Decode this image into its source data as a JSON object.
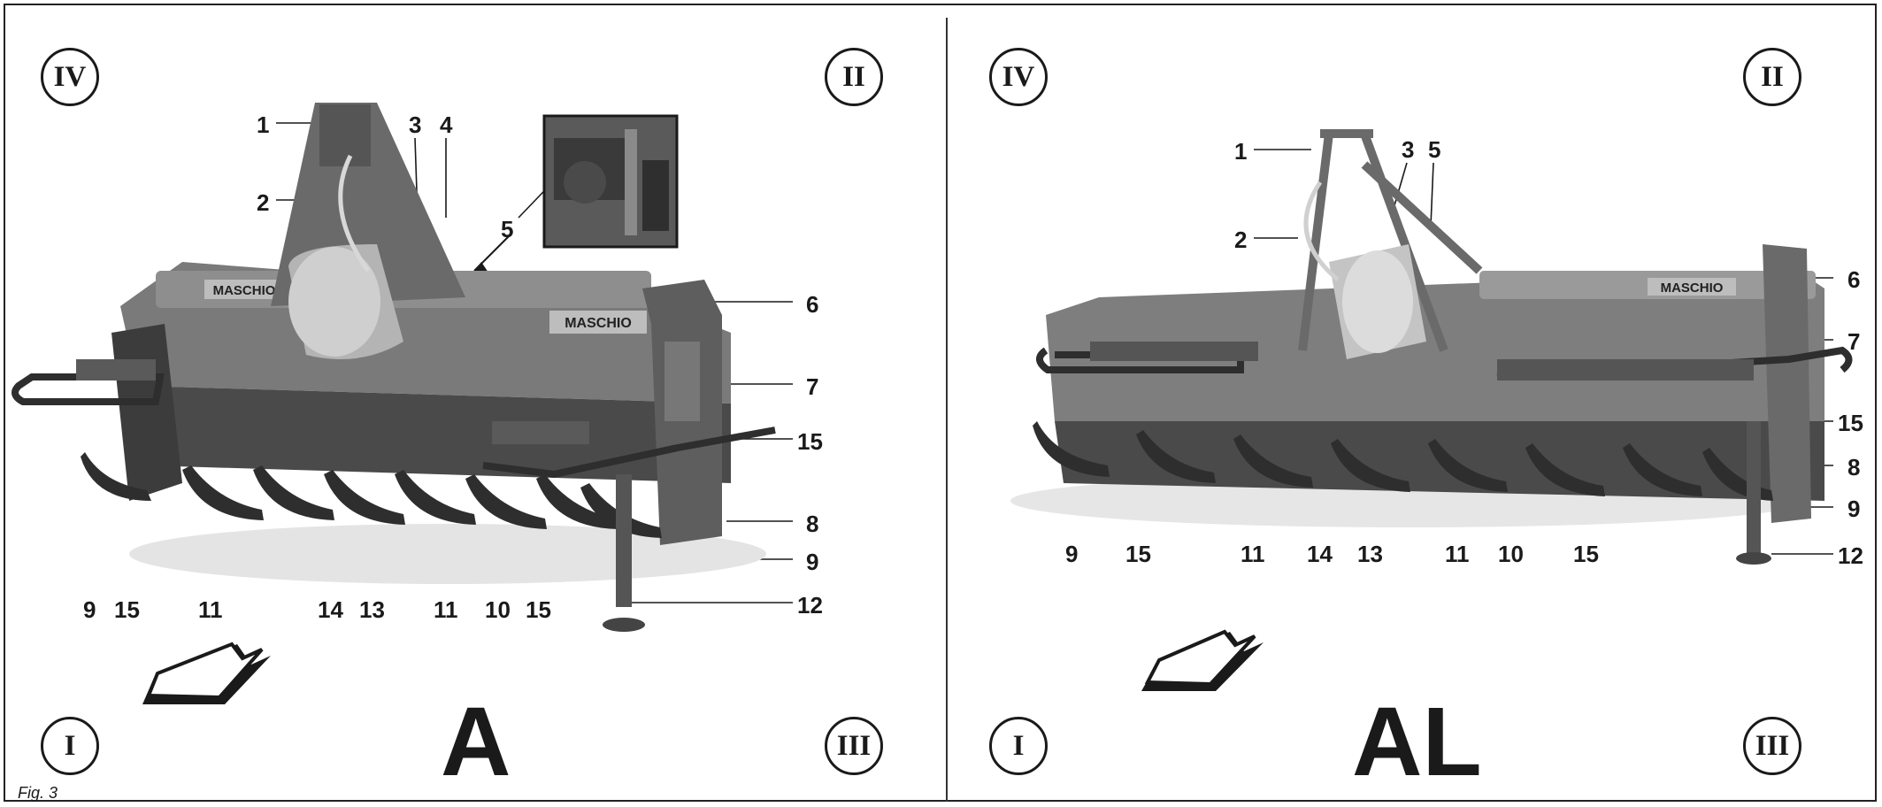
{
  "caption": "Fig. 3",
  "panel_a": {
    "model": "A",
    "quadrants": {
      "top_left": "IV",
      "top_right": "II",
      "bottom_left": "I",
      "bottom_right": "III"
    },
    "callouts": {
      "c1": "1",
      "c2": "2",
      "c3": "3",
      "c4": "4",
      "c5": "5",
      "c6": "6",
      "c7": "7",
      "c8": "8",
      "c9_right": "9",
      "c12": "12",
      "c15_right": "15",
      "b9": "9",
      "b15a": "15",
      "b11a": "11",
      "b14": "14",
      "b13": "13",
      "b11b": "11",
      "b10": "10",
      "b15b": "15"
    }
  },
  "panel_al": {
    "model": "AL",
    "quadrants": {
      "top_left": "IV",
      "top_right": "II",
      "bottom_left": "I",
      "bottom_right": "III"
    },
    "callouts": {
      "c1": "1",
      "c2": "2",
      "c3": "3",
      "c5": "5",
      "c6": "6",
      "c7": "7",
      "c15_right": "15",
      "c8": "8",
      "c9_right": "9",
      "c12": "12",
      "b9": "9",
      "b15a": "15",
      "b11a": "11",
      "b14": "14",
      "b13": "13",
      "b11b": "11",
      "b10": "10",
      "b15b": "15"
    }
  },
  "logo_text": "MASCHIO",
  "colors": {
    "ink": "#1a1a1a",
    "machine_dark": "#3a3a3a",
    "machine_mid": "#6e6e6e",
    "machine_light": "#a8a8a8"
  }
}
